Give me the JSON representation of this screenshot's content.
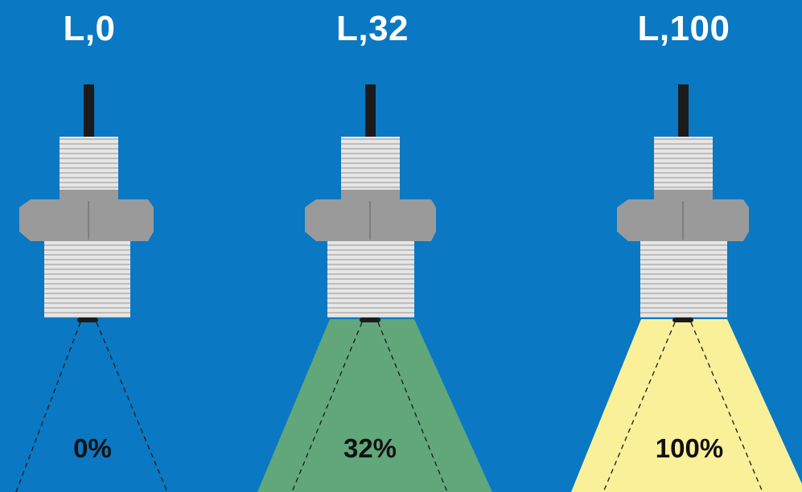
{
  "panels": [
    {
      "command": "L,0",
      "percent_label": "0%",
      "light_color": ""
    },
    {
      "command": "L,32",
      "percent_label": "32%",
      "light_color": "#61a77a"
    },
    {
      "command": "L,100",
      "percent_label": "100%",
      "light_color": "#fbf09a"
    }
  ],
  "colors": {
    "background": "#0a78c2",
    "cable": "#1b1b1b",
    "thread_light": "#e6e6e6",
    "thread_dark": "#bdbdbd",
    "nut": "#9a9a9a",
    "nut_shadow": "#7e7e7e",
    "beam_outline": "#1a1a1a",
    "text_title": "#ffffff",
    "text_percent": "#111111"
  }
}
